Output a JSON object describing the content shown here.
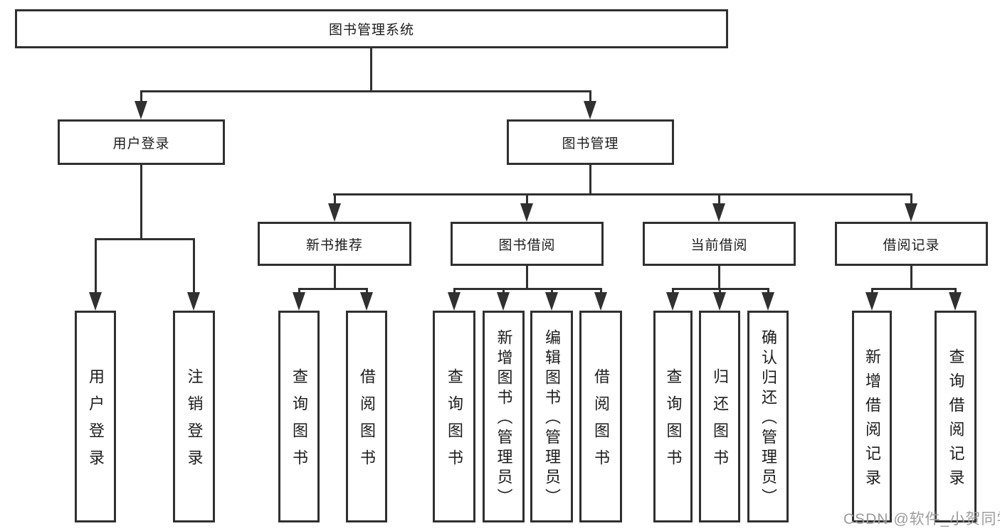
{
  "tree": {
    "root": {
      "label": "图书管理系统"
    },
    "login": {
      "label": "用户登录",
      "leaves": [
        "用户登录",
        "注销登录"
      ]
    },
    "management": {
      "label": "图书管理",
      "sections": [
        {
          "label": "新书推荐",
          "leaves": [
            "查询图书",
            "借阅图书"
          ]
        },
        {
          "label": "图书借阅",
          "leaves": [
            "查询图书",
            "新增图书（管理员）",
            "编辑图书（管理员）",
            "借阅图书"
          ]
        },
        {
          "label": "当前借阅",
          "leaves": [
            "查询图书",
            "归还图书",
            "确认归还（管理员）"
          ]
        },
        {
          "label": "借阅记录",
          "leaves": [
            "新增借阅记录",
            "查询借阅记录"
          ]
        }
      ]
    }
  },
  "watermark": "CSDN @软件_小贺同学",
  "colors": {
    "line": "#303030",
    "text": "#1c1c1c",
    "watermark": "#9c9c9c",
    "background": "#ffffff"
  }
}
